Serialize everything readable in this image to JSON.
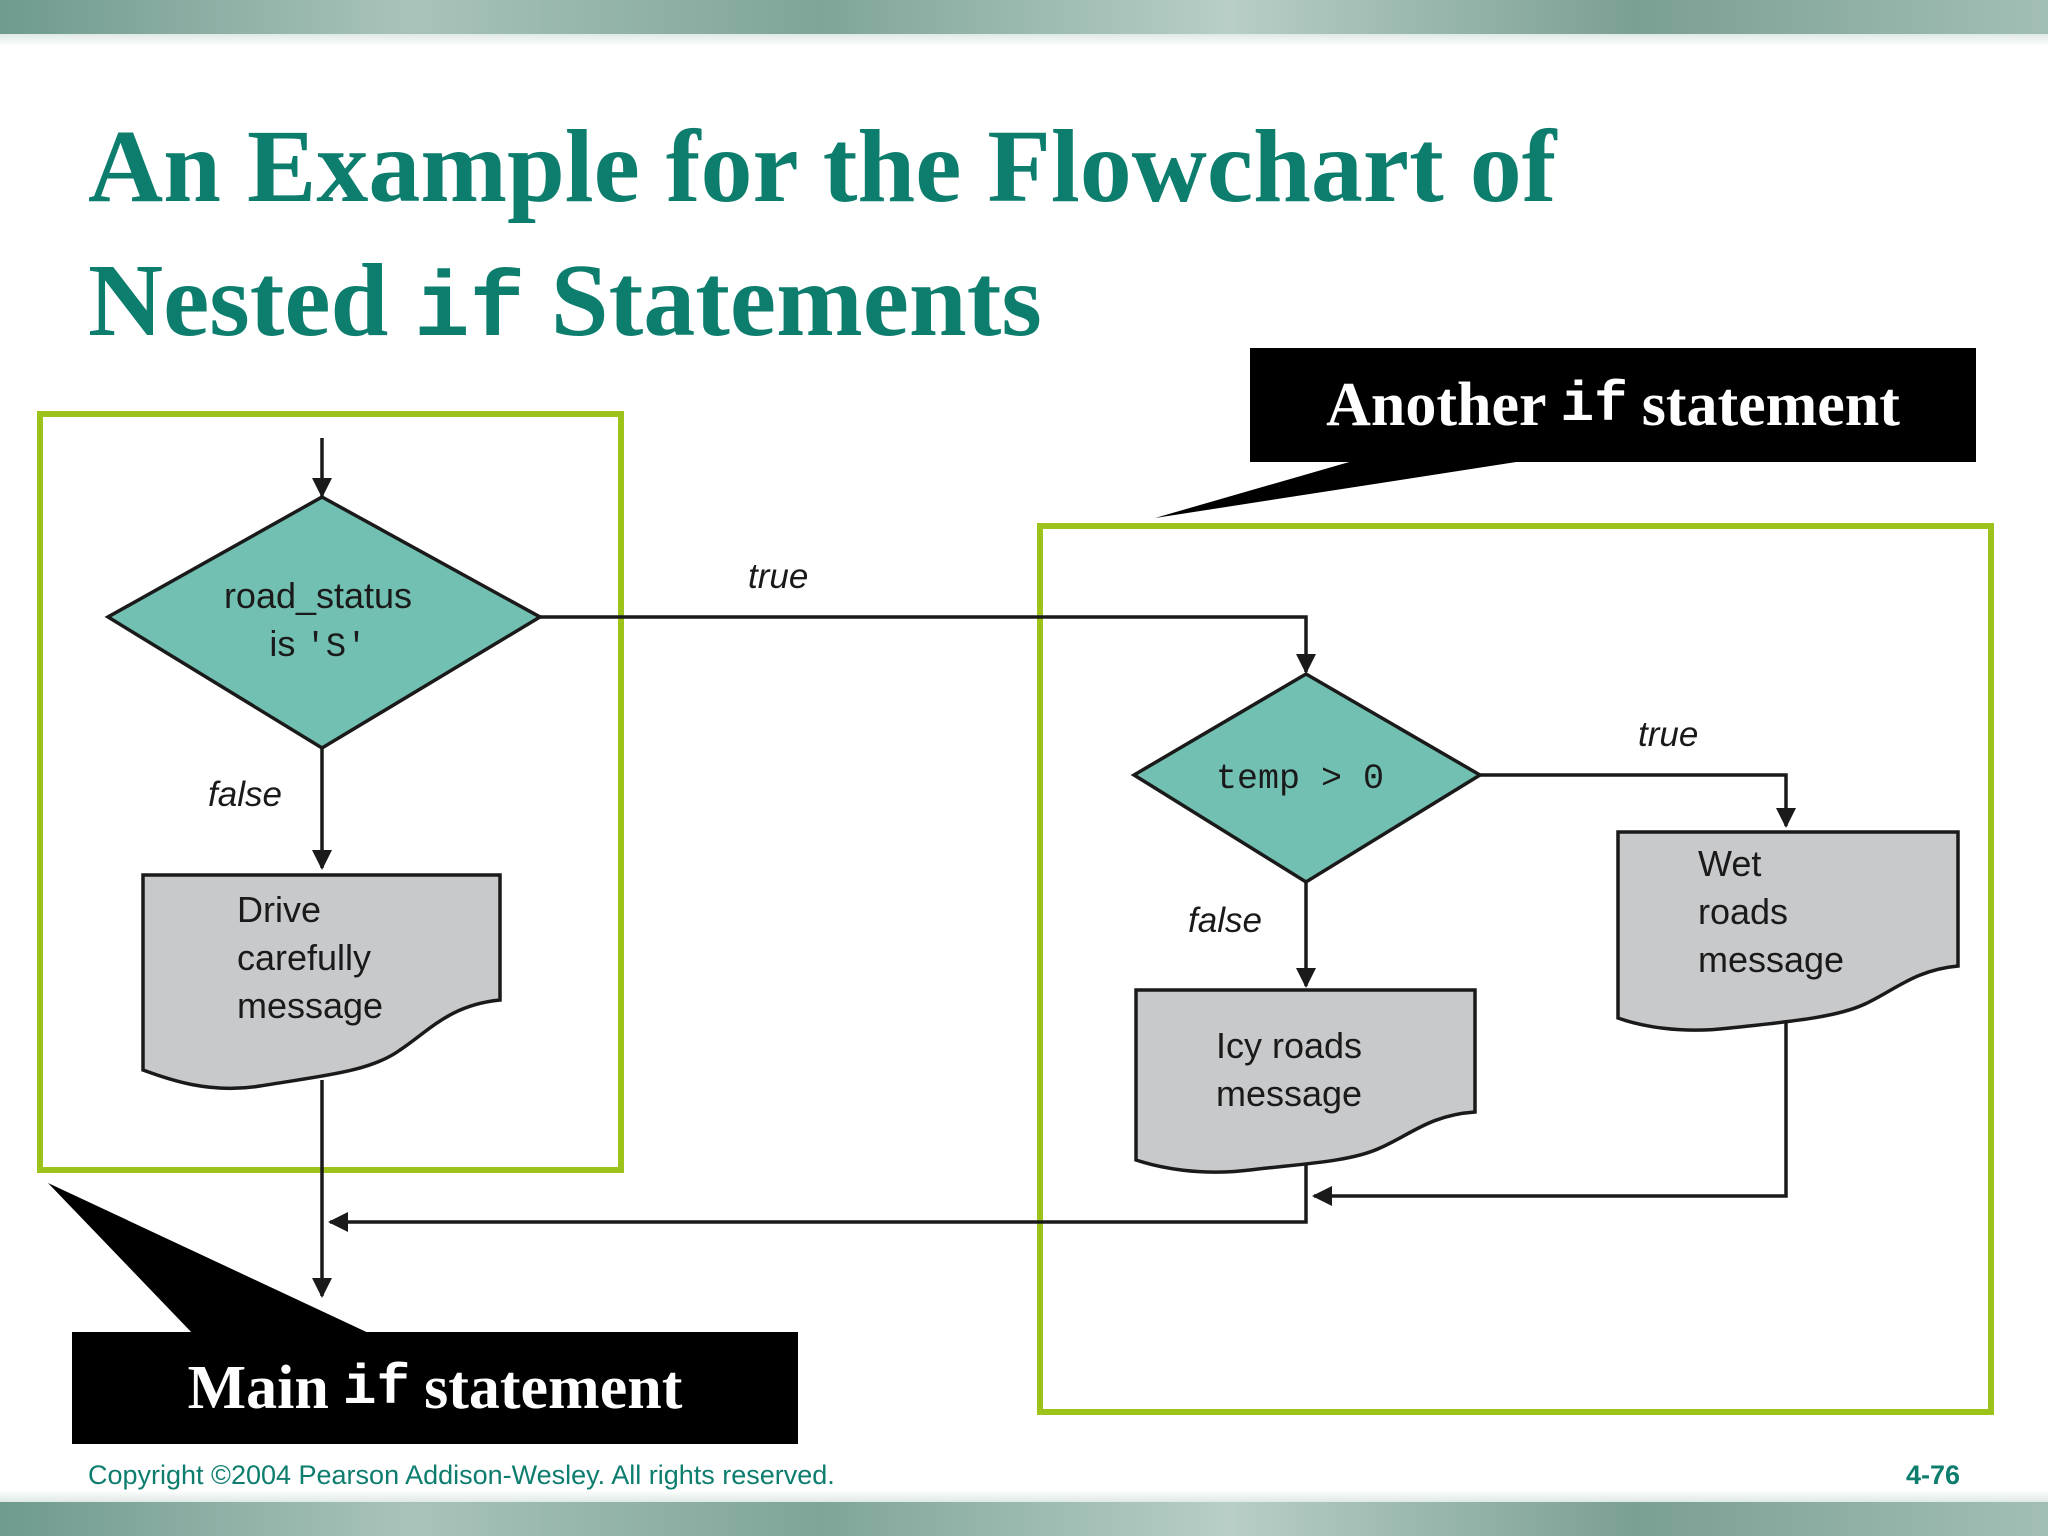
{
  "title": {
    "line1": "An Example for the Flowchart of",
    "line2_pre": "Nested ",
    "line2_code": "if",
    "line2_post": " Statements"
  },
  "callouts": {
    "another": {
      "pre": "Another",
      "code": "if",
      "post": "statement"
    },
    "main": {
      "pre": "Main",
      "code": "if",
      "post": "statement"
    }
  },
  "diagram": {
    "decision_outer": {
      "line1": "road_status",
      "line2_pre": "is ",
      "line2_code": "'S'"
    },
    "decision_inner": {
      "label": "temp > 0"
    },
    "edge_outer_true": "true",
    "edge_outer_false": "false",
    "edge_inner_true": "true",
    "edge_inner_false": "false",
    "output_drive": [
      "Drive",
      "carefully",
      "message"
    ],
    "output_icy": [
      "Icy roads",
      "message"
    ],
    "output_wet": [
      "Wet",
      "roads",
      "message"
    ]
  },
  "footer": {
    "copyright": "Copyright ©2004 Pearson Addison-Wesley. All rights reserved.",
    "page": "4-76"
  },
  "colors": {
    "title": "#0d7d6e",
    "decision_fill": "#72c0b1",
    "output_fill": "#c8c9cb",
    "group_border": "#9dc31a",
    "callout_bg": "#000000"
  }
}
